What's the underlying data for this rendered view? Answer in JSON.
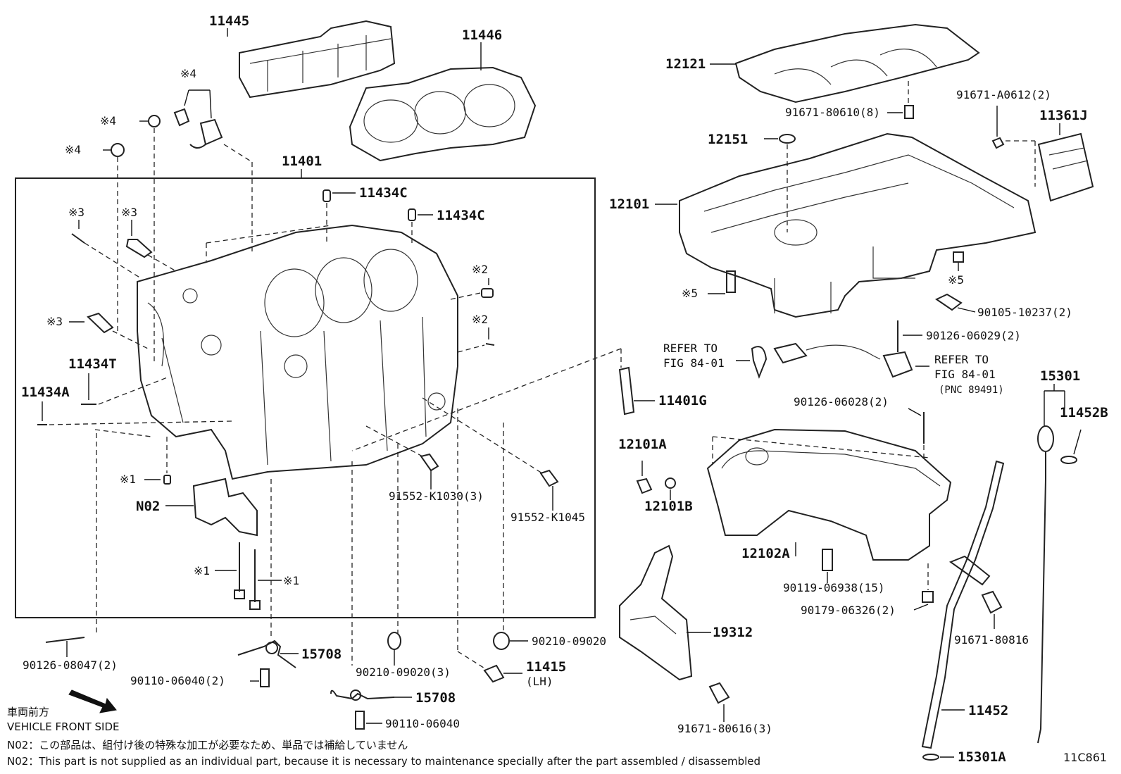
{
  "labels": {
    "p11445": "11445",
    "p11446": "11446",
    "mark4_top": "※4",
    "mark4_a": "※4",
    "mark4_b": "※4",
    "p11401": "11401",
    "p11434c_a": "11434C",
    "p11434c_b": "11434C",
    "mark3_a": "※3",
    "mark3_b": "※3",
    "mark3_c": "※3",
    "mark2_a": "※2",
    "mark2_b": "※2",
    "p11434t": "11434T",
    "p11434a": "11434A",
    "mark1_a": "※1",
    "mark1_b": "※1",
    "mark1_c": "※1",
    "n02": "N02",
    "p91552_k1030": "91552-K1030(3)",
    "p91552_k1045": "91552-K1045",
    "p90126_08047": "90126-08047(2)",
    "p15708_a": "15708",
    "p15708_b": "15708",
    "p90110_06040_2": "90110-06040(2)",
    "p90110_06040": "90110-06040",
    "p90210_09020_3": "90210-09020(3)",
    "p90210_09020": "90210-09020",
    "p11415": "11415",
    "p11415_lh": "(LH)",
    "p11401g": "11401G",
    "p12121": "12121",
    "p91671_80610": "91671-80610(8)",
    "p91671_a0612": "91671-A0612(2)",
    "p11361j": "11361J",
    "p12151": "12151",
    "p12101": "12101",
    "mark5_a": "※5",
    "mark5_b": "※5",
    "p90105_10237": "90105-10237(2)",
    "p90126_06029": "90126-06029(2)",
    "refer_a_1": "REFER TO",
    "refer_a_2": "FIG 84-01",
    "refer_b_1": "REFER TO",
    "refer_b_2": "FIG 84-01",
    "refer_b_3": "(PNC 89491)",
    "p15301": "15301",
    "p11452b": "11452B",
    "p90126_06028": "90126-06028(2)",
    "p12101a": "12101A",
    "p12101b": "12101B",
    "p12102a": "12102A",
    "p90119_06938": "90119-06938(15)",
    "p90179_06326": "90179-06326(2)",
    "p91671_80816": "91671-80816",
    "p19312": "19312",
    "p91671_80616": "91671-80616(3)",
    "p11452": "11452",
    "p15301a": "15301A",
    "front_jp": "車両前方",
    "front_en": "VEHICLE FRONT SIDE",
    "note_jp": "N02：この部品は、組付け後の特殊な加工が必要なため、単品では補給していません",
    "note_en": "N02：This part is not supplied as an individual part, because it is necessary to maintenance specially after the part assembled / disassembled",
    "diagram_id": "11C861"
  }
}
